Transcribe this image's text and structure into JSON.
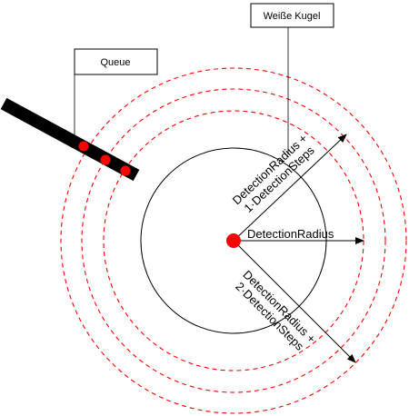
{
  "callouts": {
    "white_ball": "Weiße Kugel",
    "queue": "Queue"
  },
  "annotations": {
    "detection_radius": "DetectionRadius",
    "upper_line1": "DetectionRadius +",
    "upper_line2": "1·DetectionSteps",
    "lower_line1": "DetectionRadius +",
    "lower_line2": "2·DetectionSteps"
  },
  "colors": {
    "ball": "#ff0000",
    "dashed_ring": "#ff0000",
    "stroke": "#000000",
    "queue_bar": "#000000"
  }
}
